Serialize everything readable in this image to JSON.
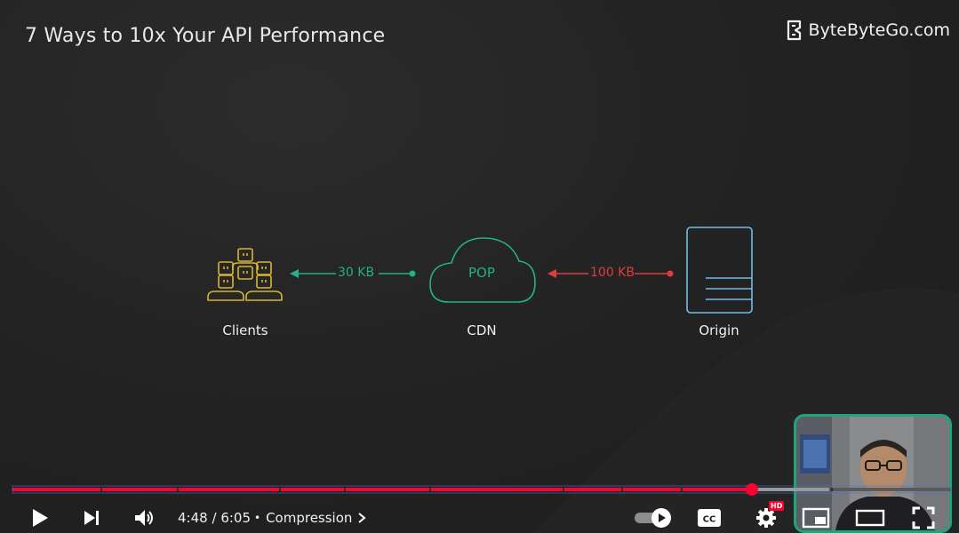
{
  "video": {
    "title": "7 Ways to 10x Your API Performance",
    "brand": "ByteByteGo.com"
  },
  "diagram": {
    "nodes": {
      "clients": "Clients",
      "cdn": "CDN",
      "cdn_inner": "POP",
      "origin": "Origin"
    },
    "edges": {
      "cdn_to_clients": "30 KB",
      "origin_to_cdn": "100 KB"
    },
    "colors": {
      "clients": "#d9b531",
      "cdn": "#22b08a",
      "origin": "#6fc0e8",
      "compressed_edge": "#22b08a",
      "uncompressed_edge": "#e23b3b"
    }
  },
  "player": {
    "time_current": "4:48",
    "time_separator": "/",
    "time_total": "6:05",
    "chapter_separator": "•",
    "chapter": "Compression",
    "progress_fraction": 0.7879,
    "buffered_fraction": 0.87,
    "settings_badge": "HD",
    "accent_color": "#ff0033",
    "icons": [
      "play-icon",
      "next-icon",
      "volume-icon",
      "chevron-right-icon",
      "autoplay-toggle",
      "cc-icon",
      "gear-icon",
      "miniplayer-icon",
      "theater-icon",
      "fullscreen-icon"
    ]
  }
}
